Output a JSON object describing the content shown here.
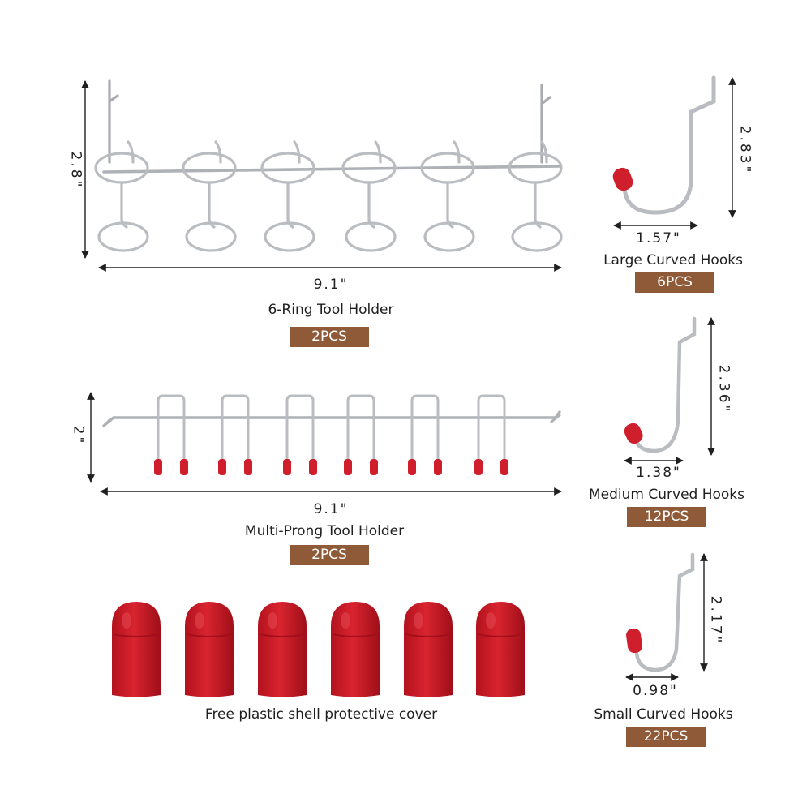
{
  "colors": {
    "badge": "#8e5a38",
    "metal": "#b9bcc0",
    "cap": "#cf1f2c",
    "dimension_line": "#1f1f1f"
  },
  "ring_holder": {
    "width_label": "9.1\"",
    "height_label": "2.8\"",
    "name": "6-Ring Tool Holder",
    "qty": "2PCS"
  },
  "prong_holder": {
    "width_label": "9.1\"",
    "height_label": "2\"",
    "name": "Multi-Prong Tool Holder",
    "qty": "2PCS"
  },
  "large_hook": {
    "width_label": "1.57\"",
    "height_label": "2.83\"",
    "name": "Large Curved Hooks",
    "qty": "6PCS"
  },
  "medium_hook": {
    "width_label": "1.38\"",
    "height_label": "2.36\"",
    "name": "Medium Curved Hooks",
    "qty": "12PCS"
  },
  "small_hook": {
    "width_label": "0.98\"",
    "height_label": "2.17\"",
    "name": "Small Curved Hooks",
    "qty": "22PCS"
  },
  "covers": {
    "count": 6,
    "caption": "Free plastic shell protective cover"
  }
}
